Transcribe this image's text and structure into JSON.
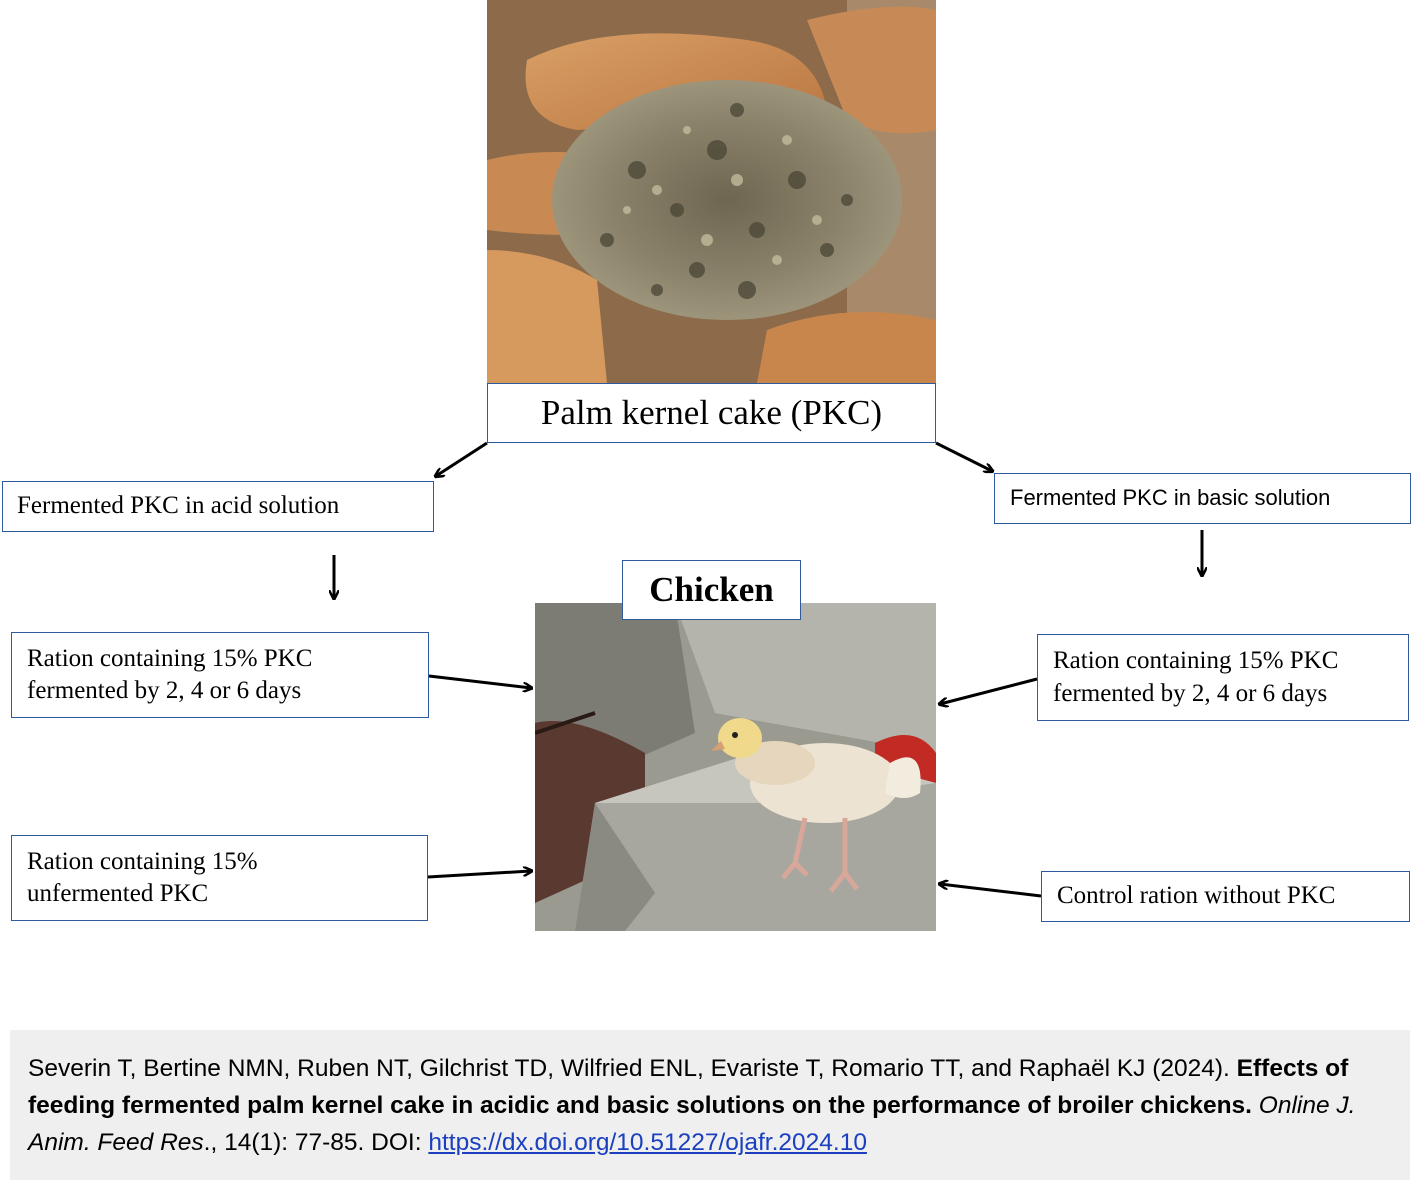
{
  "diagram": {
    "top_node": {
      "label": "Palm kernel cake (PKC)"
    },
    "acid_node": {
      "label": "Fermented PKC in acid solution"
    },
    "basic_node": {
      "label": "Fermented PKC in basic solution"
    },
    "center_node": {
      "label": "Chicken"
    },
    "left_ration": {
      "line1": "Ration containing  15% PKC",
      "line2": "fermented by 2, 4 or 6 days"
    },
    "left_unfermented": {
      "line1": "Ration containing  15%",
      "line2": "unfermented PKC"
    },
    "right_ration": {
      "line1": "Ration containing  15% PKC",
      "line2": "fermented by 2, 4 or 6 days"
    },
    "right_control": {
      "label": "Control ration without PKC"
    }
  },
  "images": {
    "top_photo": "palm-kernel-cake-in-hand",
    "center_photo": "broiler-chicken"
  },
  "citation": {
    "authors": "Severin T, Bertine NMN, Ruben NT, Gilchrist TD, Wilfried ENL, Evariste T, Romario TT, and Raphaël KJ (2024).",
    "title": "Effects of feeding fermented palm kernel cake in acidic and basic solutions on the performance of broiler chickens.",
    "journal": "Online J. Anim. Feed Res",
    "after_journal": "., 14(1): 77-85. DOI: ",
    "doi": "https://dx.doi.org/10.51227/ojafr.2024.10"
  },
  "colors": {
    "box_border": "#2e5a9e",
    "panel_bg": "#efefef",
    "link": "#1a3fbf"
  }
}
